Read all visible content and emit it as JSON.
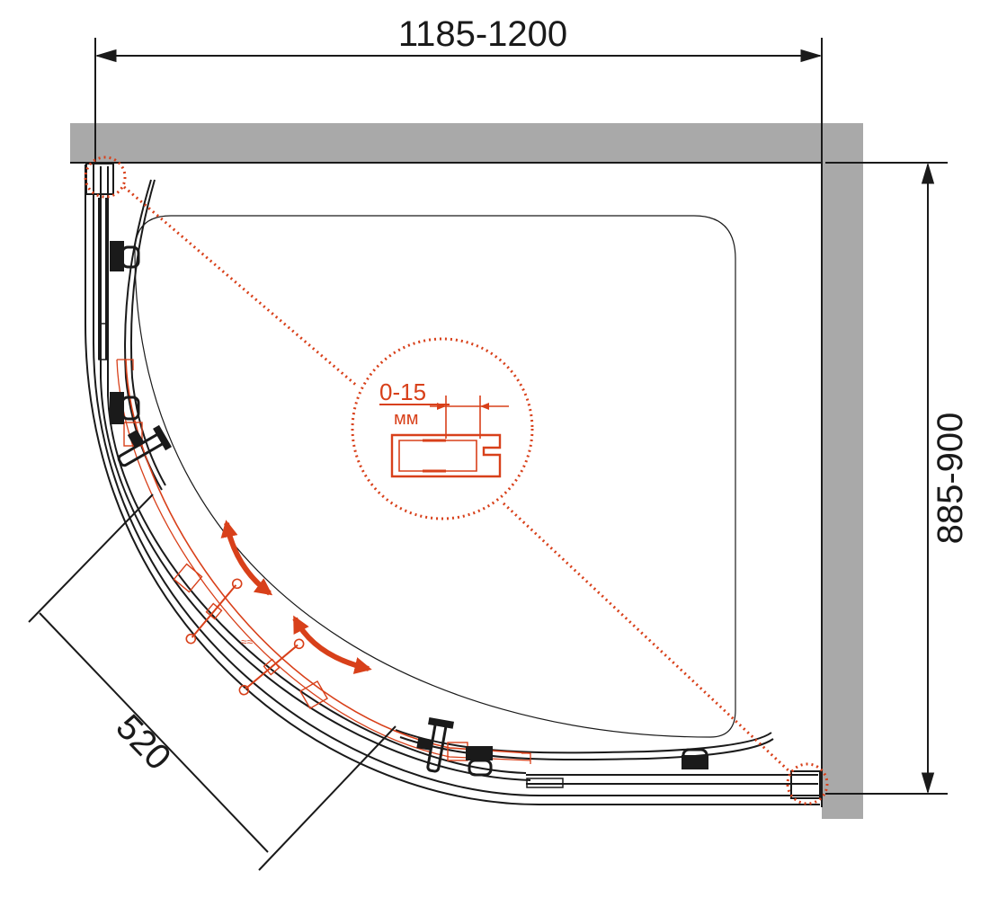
{
  "dimensions": {
    "width": "1185-1200",
    "depth": "885-900",
    "door": "520"
  },
  "detail": {
    "gap": "0-15",
    "unit": "мм"
  },
  "colors": {
    "wall": "#a9a9a9",
    "line": "#1a1a1a",
    "accent": "#d8401a"
  }
}
